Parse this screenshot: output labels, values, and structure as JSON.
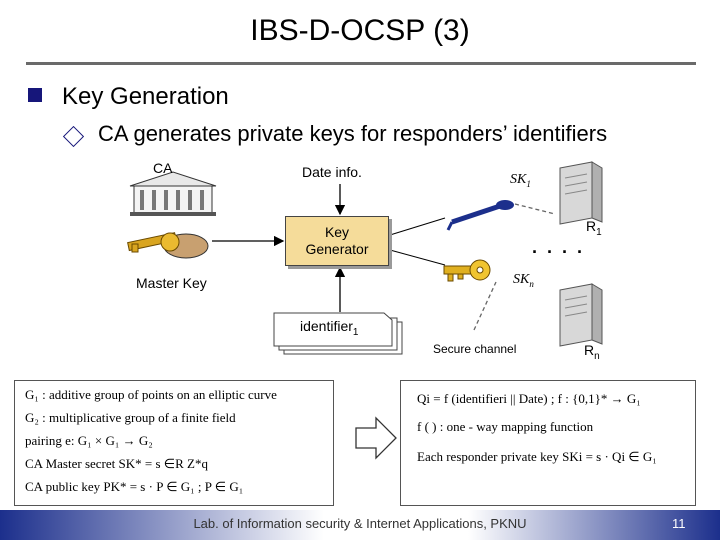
{
  "slide": {
    "title": "IBS-D-OCSP (3)",
    "bullet1": "Key Generation",
    "bullet2": "CA generates private keys for responders’ identifiers"
  },
  "diagram": {
    "ca_label": "CA",
    "date_info": "Date info.",
    "key_generator": [
      "Key",
      "Generator"
    ],
    "master_key": "Master Key",
    "identifier_prefix": "identifier",
    "identifier_sub": "1",
    "secure_channel": "Secure channel",
    "sk1_main": "SK",
    "sk1_sub": "1",
    "skn_main": "SK",
    "skn_sub": "n",
    "r1_main": "R",
    "r1_sub": "1",
    "rn_main": "R",
    "rn_sub": "n",
    "dots": "· · · ·"
  },
  "left_box": {
    "lines": [
      "G₁ : additive group of points on an elliptic curve",
      "G₂ : multiplicative group of a finite field",
      "pairing e: G₁ × G₁ → G₂",
      "CA Master secret  SK* = s ∈R Z*q",
      "CA public key  PK* = s · P ∈ G₁ ;  P ∈ G₁"
    ]
  },
  "right_box": {
    "lines": [
      "Qi = f (identifieri || Date)  ;  f : {0,1}* → G₁",
      "f ( ) : one - way mapping function",
      "Each responder private key SKi = s · Qi ∈ G₁"
    ]
  },
  "footer": {
    "text": "Lab. of Information security & Internet Applications, PKNU",
    "page": "11"
  },
  "colors": {
    "bullet": "#16167a",
    "key_generator_fill": "#f5dc9a",
    "footer_blue": "#1c2f8c"
  }
}
